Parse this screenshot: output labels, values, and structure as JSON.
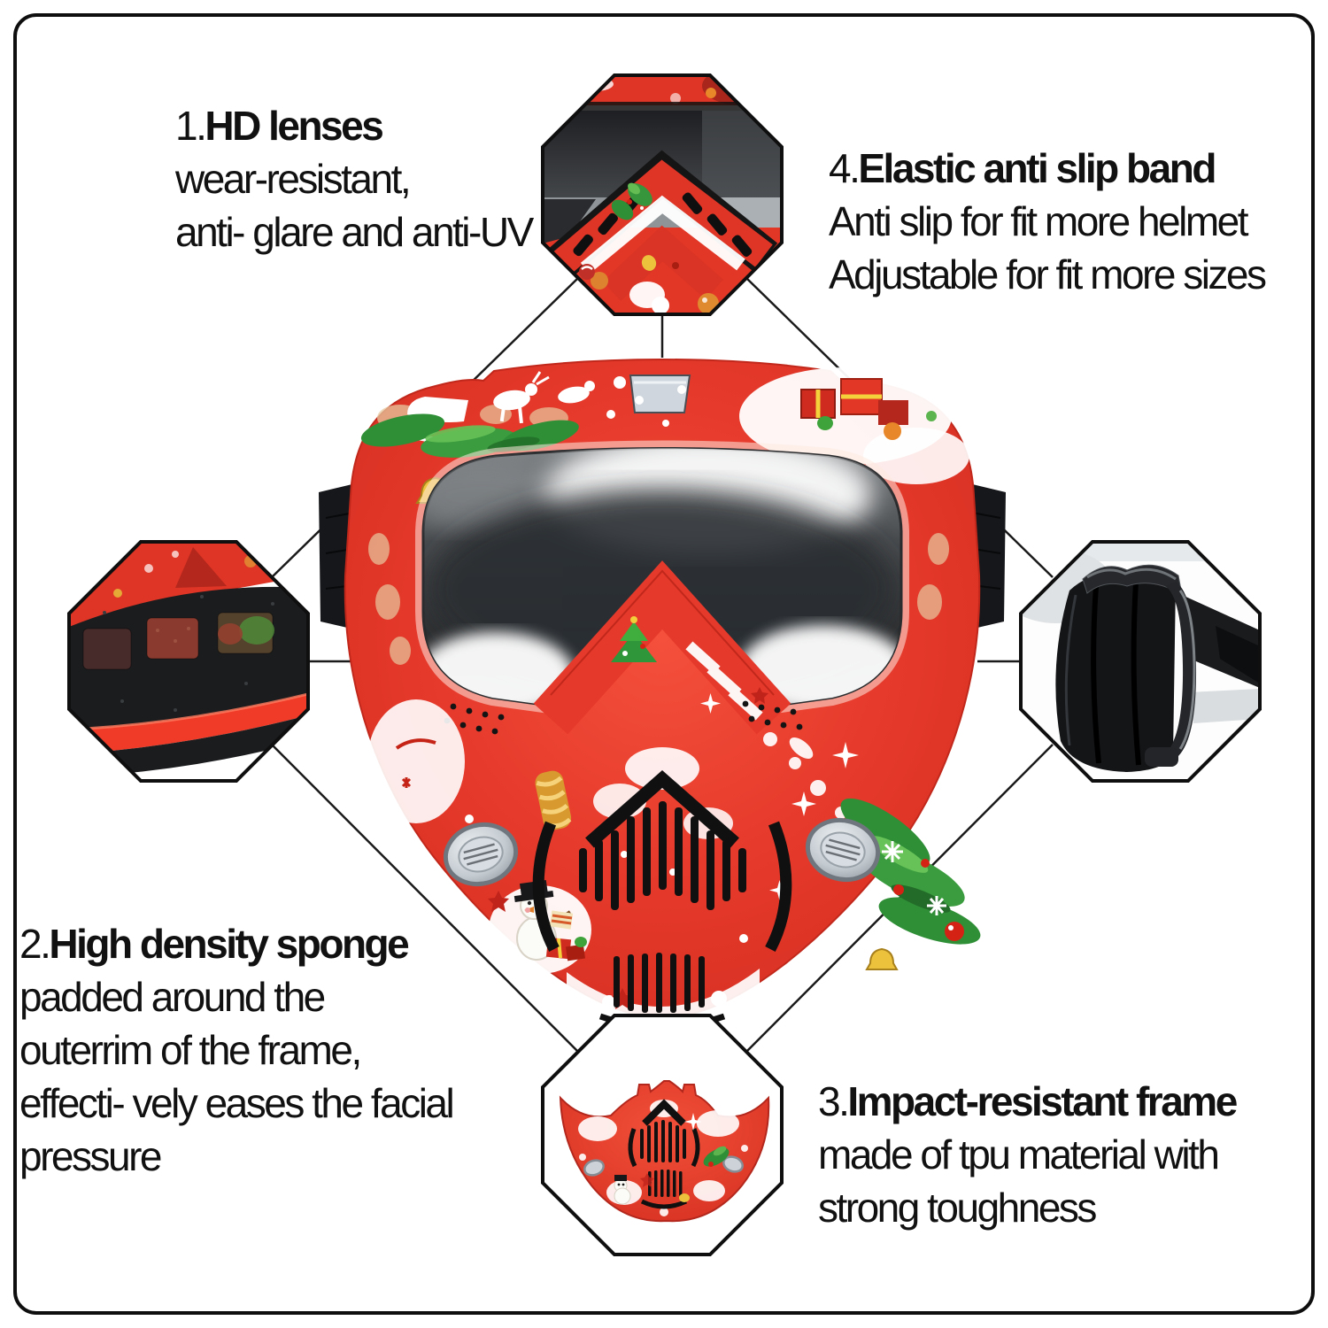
{
  "page": {
    "kind": "product-feature-infographic",
    "product": "christmas motorcycle face mask with detachable goggles"
  },
  "features": {
    "f1": {
      "num": "1.",
      "title": "HD lenses",
      "lines": [
        "wear-resistant,",
        "anti- glare and anti-UV"
      ]
    },
    "f2": {
      "num": "2.",
      "title": "High density sponge",
      "lines": [
        "padded around the",
        "outerrim of the frame,",
        "effecti- vely eases the facial",
        "pressure"
      ]
    },
    "f3": {
      "num": "3.",
      "title": "Impact-resistant frame",
      "lines": [
        "made of tpu material with",
        "strong toughness"
      ]
    },
    "f4": {
      "num": "4.",
      "title": "Elastic anti slip band",
      "lines": [
        "Anti slip for fit more helmet",
        "Adjustable for fit more sizes"
      ]
    }
  },
  "callouts": {
    "top": "strap-slot-close-up",
    "left": "sponge-padding-close-up",
    "right": "elastic-band-buckle-close-up",
    "bottom": "chin-guard-close-up"
  },
  "colors": {
    "border": "#0e0e0e",
    "connector_line": "#1a1a1a",
    "mask_red": "#e5392b",
    "mask_red_dark": "#c1281b",
    "lens_gray": "#3a3d40",
    "strap_black": "#16171a",
    "silver_vent": "#ccd2d8",
    "pine_green": "#2f8f37",
    "bell_gold": "#ecc23d",
    "text": "#111111"
  }
}
